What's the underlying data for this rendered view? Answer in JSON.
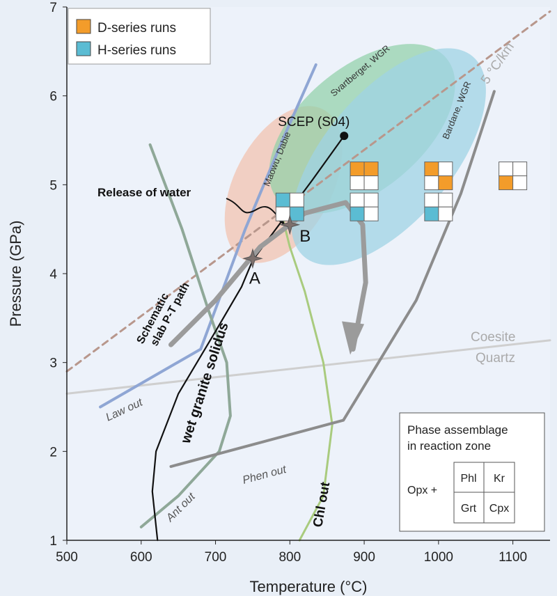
{
  "chart_data": {
    "type": "line",
    "title": "",
    "xlabel": "Temperature (°C)",
    "ylabel": "Pressure (GPa)",
    "xlim": [
      500,
      1150
    ],
    "ylim": [
      1,
      7
    ],
    "xticks": [
      "500",
      "600",
      "700",
      "800",
      "900",
      "1000",
      "1100"
    ],
    "yticks": [
      "1",
      "2",
      "3",
      "4",
      "5",
      "6",
      "7"
    ],
    "grid": false,
    "legend": {
      "placement": "top-left",
      "entries": [
        {
          "label": "D-series runs",
          "color": "#f39c2a"
        },
        {
          "label": "H-series runs",
          "color": "#5bbcd3"
        }
      ]
    },
    "regions": [
      {
        "label": "Maowu, Dabie",
        "color": "#f1c9b8"
      },
      {
        "label": "Svartberget, WGR",
        "color": "#8fd0a6"
      },
      {
        "label": "Bardane, WGR",
        "color": "#9fd3e4"
      }
    ],
    "lines": [
      {
        "name": "Coesite-Quartz",
        "color": "#cfcfcf",
        "points": [
          [
            500,
            2.65
          ],
          [
            1150,
            3.25
          ]
        ]
      },
      {
        "name": "5 °C/km",
        "color": "#b8978c",
        "dashed": true,
        "points": [
          [
            500,
            2.9
          ],
          [
            1150,
            6.95
          ]
        ]
      },
      {
        "name": "Law out",
        "color": "#8fa6d4",
        "points": [
          [
            545,
            2.5
          ],
          [
            680,
            3.15
          ],
          [
            700,
            3.6
          ],
          [
            740,
            4.5
          ],
          [
            790,
            5.5
          ],
          [
            835,
            6.35
          ]
        ]
      },
      {
        "name": "Ant out",
        "color": "#8fa898",
        "points": [
          [
            600,
            1.15
          ],
          [
            650,
            1.5
          ],
          [
            705,
            2.0
          ],
          [
            720,
            2.4
          ],
          [
            715,
            3.0
          ],
          [
            690,
            3.6
          ],
          [
            655,
            4.5
          ],
          [
            612,
            5.45
          ]
        ]
      },
      {
        "name": "Chl out",
        "color": "#a9cb7e",
        "points": [
          [
            813,
            1.0
          ],
          [
            845,
            1.5
          ],
          [
            857,
            2.3
          ],
          [
            845,
            3.0
          ],
          [
            820,
            3.8
          ],
          [
            800,
            4.3
          ],
          [
            782,
            4.9
          ]
        ]
      },
      {
        "name": "Phen out",
        "color": "#8c8c8c",
        "points": [
          [
            640,
            1.83
          ],
          [
            872,
            2.35
          ],
          [
            970,
            3.7
          ],
          [
            1030,
            4.9
          ],
          [
            1075,
            6.05
          ]
        ]
      },
      {
        "name": "wet granite solidus",
        "color": "#111111",
        "points": [
          [
            622,
            1.0
          ],
          [
            615,
            1.55
          ],
          [
            620,
            2.0
          ],
          [
            650,
            2.65
          ],
          [
            700,
            3.35
          ],
          [
            735,
            3.85
          ],
          [
            750,
            4.15
          ],
          [
            790,
            4.6
          ],
          [
            830,
            5.05
          ],
          [
            873,
            5.55
          ]
        ]
      },
      {
        "name": "Schematic slab P-T path",
        "color": "#9b9b9b",
        "points": [
          [
            640,
            3.2
          ],
          [
            700,
            3.7
          ],
          [
            760,
            4.3
          ],
          [
            820,
            4.68
          ],
          [
            875,
            4.8
          ],
          [
            898,
            4.55
          ],
          [
            902,
            3.9
          ],
          [
            885,
            3.15
          ]
        ]
      }
    ],
    "points": [
      {
        "label": "SCEP (S04)",
        "T": 873,
        "P": 5.55
      },
      {
        "label": "A",
        "T": 750,
        "P": 4.17
      },
      {
        "label": "B",
        "T": 800,
        "P": 4.55
      }
    ],
    "runs": [
      {
        "series": "D",
        "T": 900,
        "P": 5.1,
        "phases": [
          "Phl",
          "Kr"
        ]
      },
      {
        "series": "H",
        "T": 900,
        "P": 4.75,
        "phases": [
          "Grt"
        ]
      },
      {
        "series": "D",
        "T": 1000,
        "P": 5.1,
        "phases": [
          "Phl",
          "Cpx"
        ]
      },
      {
        "series": "H",
        "T": 1000,
        "P": 4.75,
        "phases": [
          "Grt"
        ]
      },
      {
        "series": "D",
        "T": 1100,
        "P": 5.1,
        "phases": [
          "Grt"
        ]
      },
      {
        "series": "H",
        "T": 800,
        "P": 4.75,
        "phases": [
          "Phl",
          "Cpx"
        ]
      }
    ],
    "annotations": {
      "release": "Release of water",
      "slab1": "Schematic",
      "slab2": "slab P-T path",
      "solidus": "wet granite solidus",
      "chl": "Chl out",
      "ant": "Ant out",
      "law": "Law out",
      "phen": "Phen out",
      "coesite": "Coesite",
      "quartz": "Quartz",
      "gradient": "5 °C/km"
    },
    "key": {
      "title1": "Phase assemblage",
      "title2": "in reaction zone",
      "prefix": "Opx +",
      "cells": [
        "Phl",
        "Kr",
        "Grt",
        "Cpx"
      ]
    }
  }
}
